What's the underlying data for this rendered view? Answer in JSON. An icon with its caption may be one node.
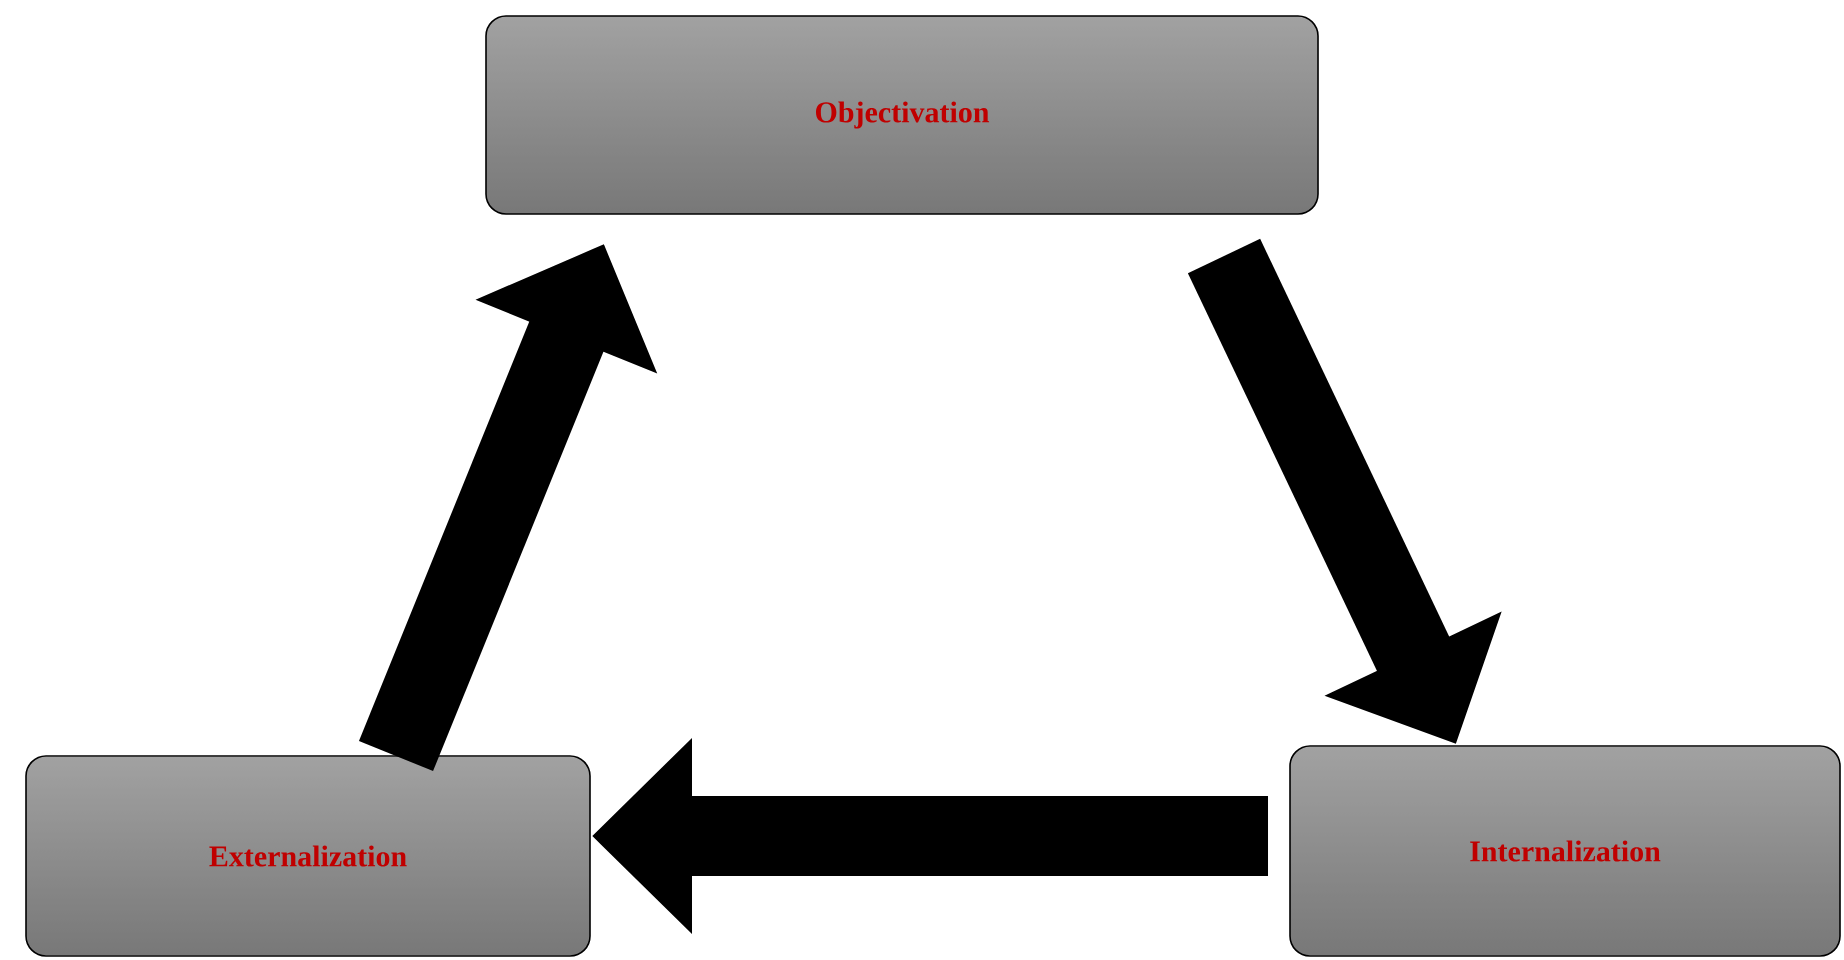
{
  "diagram": {
    "nodes": [
      {
        "text": [
          "Objectivation"
        ]
      },
      {
        "text": [
          "Internalization"
        ]
      },
      {
        "text": [
          "Externalization"
        ]
      }
    ],
    "edges": [
      {
        "from": 0,
        "to": 1,
        "arrow": "to"
      },
      {
        "from": 1,
        "to": 2,
        "arrow": "to"
      },
      {
        "from": 2,
        "to": 0,
        "arrow": "to"
      }
    ]
  }
}
